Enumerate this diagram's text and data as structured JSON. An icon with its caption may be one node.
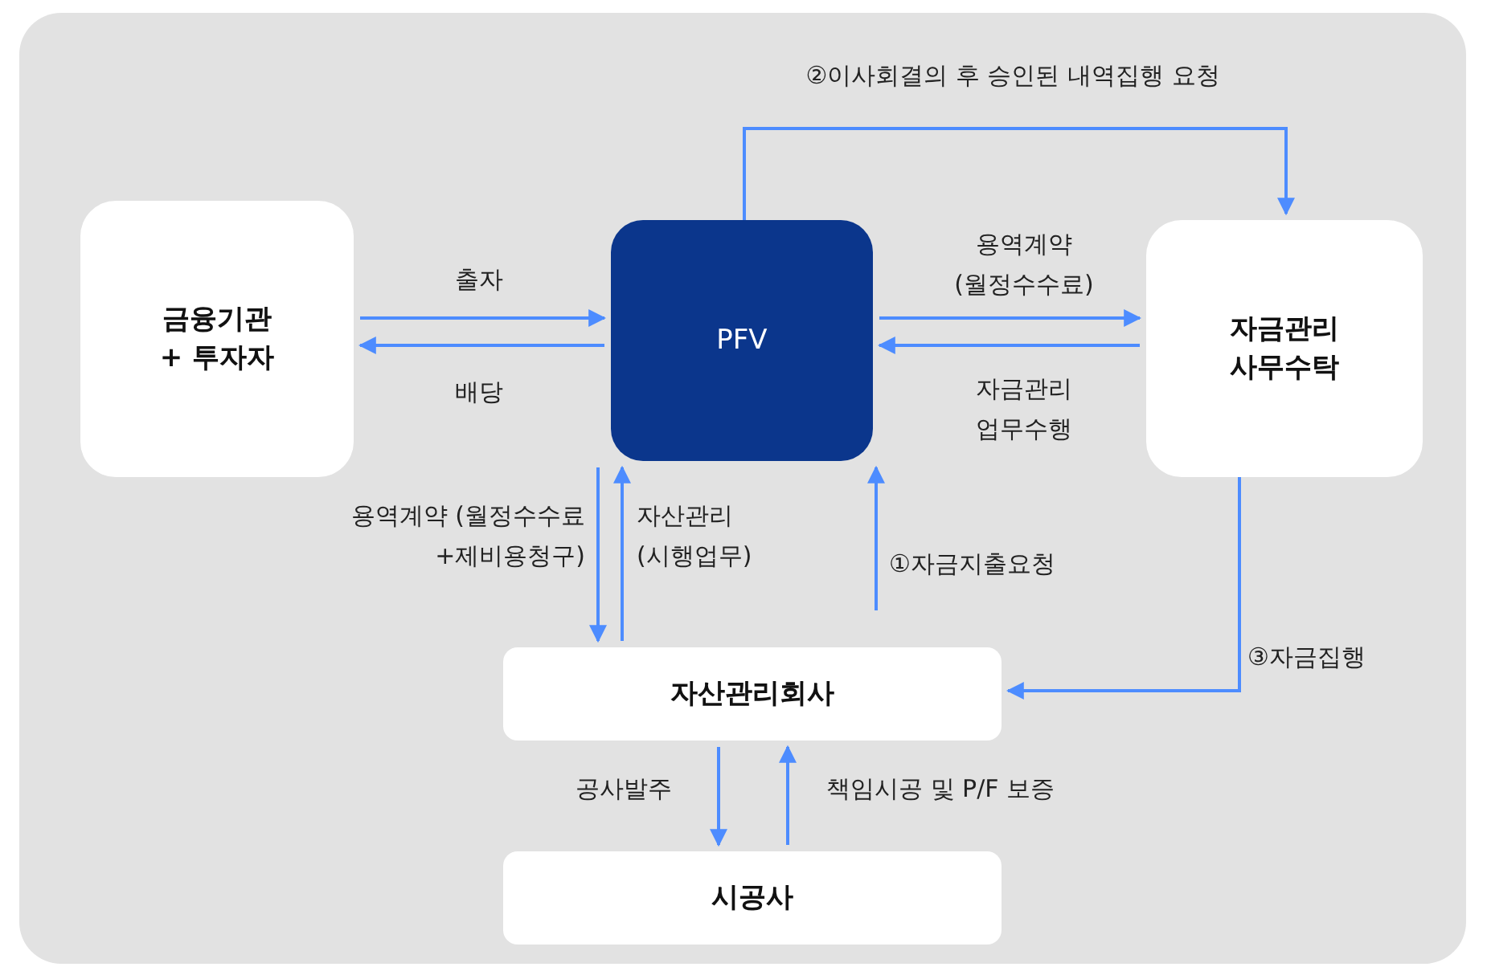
{
  "diagram": {
    "nodes": [
      {
        "text": [
          "금융기관 + 투자자"
        ]
      },
      {
        "text": [
          "PFV"
        ]
      },
      {
        "text": [
          "자금관리 사무수탁"
        ]
      },
      {
        "text": [
          "자산관리회사"
        ]
      },
      {
        "text": [
          "시공사"
        ]
      }
    ],
    "edges": [
      {
        "from": 0,
        "to": 1,
        "arrow": "to",
        "label": "출자"
      },
      {
        "from": 1,
        "to": 0,
        "arrow": "to",
        "label": "배당"
      },
      {
        "from": 1,
        "to": 2,
        "arrow": "to",
        "label": "용역계약 (월정수수료)"
      },
      {
        "from": 2,
        "to": 1,
        "arrow": "to",
        "label": "자금관리 업무수행"
      },
      {
        "from": 1,
        "to": 2,
        "arrow": "to",
        "label": "②이사회결의 후 승인된 내역집행 요청"
      },
      {
        "from": 1,
        "to": 3,
        "arrow": "to",
        "label": "용역계약 (월정수수료+제비용청구)"
      },
      {
        "from": 3,
        "to": 1,
        "arrow": "to",
        "label": "자산관리 (시행업무)"
      },
      {
        "from": 3,
        "to": 1,
        "arrow": "to",
        "label": "①자금지출요청"
      },
      {
        "from": 2,
        "to": 3,
        "arrow": "to",
        "label": "③자금집행"
      },
      {
        "from": 3,
        "to": 4,
        "arrow": "to",
        "label": "공사발주"
      },
      {
        "from": 4,
        "to": 3,
        "arrow": "to",
        "label": "책임시공 및 P/F 보증"
      }
    ]
  }
}
